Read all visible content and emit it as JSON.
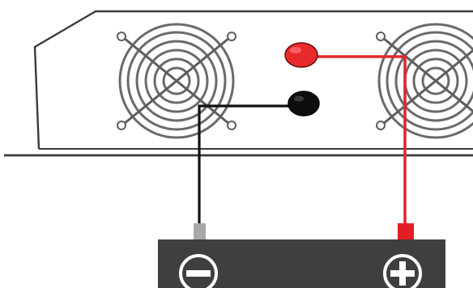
{
  "colors": {
    "background": "#ffffff",
    "outline": "#3a3a3a",
    "fan_lines": "#6a6a6a",
    "positive_wire": "#e0292f",
    "positive_terminal": "#e82a2a",
    "positive_connector": "#e31d25",
    "negative_wire": "#111111",
    "negative_terminal": "#0d0d0d",
    "negative_connector": "#a8a8a8",
    "battery_body": "#3f3f3f",
    "battery_symbols": "#ffffff"
  },
  "icons": {
    "fan_left": "cooling-fan-grille",
    "fan_right": "cooling-fan-grille",
    "battery_negative": "minus-circle",
    "battery_positive": "plus-circle"
  }
}
